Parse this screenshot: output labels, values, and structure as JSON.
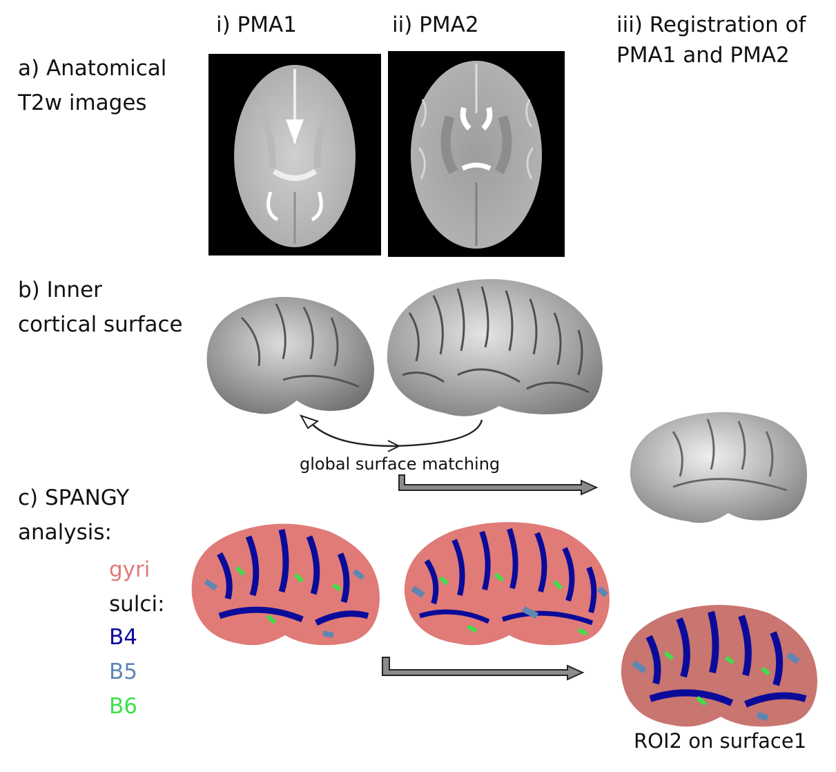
{
  "columns": {
    "pma1": "i) PMA1",
    "pma2": "ii) PMA2",
    "registration_line1": "iii) Registration of",
    "registration_line2": "PMA1 and PMA2"
  },
  "rows": {
    "a_line1": "a) Anatomical",
    "a_line2": "T2w images",
    "b_line1": "b) Inner",
    "b_line2": "cortical surface",
    "c_line1": "c) SPANGY",
    "c_line2": "analysis:"
  },
  "legend": {
    "gyri": "gyri",
    "sulci": "sulci:",
    "b4": "B4",
    "b5": "B5",
    "b6": "B6"
  },
  "annotations": {
    "matching": "global surface matching",
    "roi": "ROI2 on surface1"
  },
  "colors": {
    "gyri": "#e07b78",
    "b4": "#0b0b9a",
    "b5": "#5f86b3",
    "b6": "#3ee04a",
    "surface_gray": "#a8a8a8",
    "mri_background": "#000000"
  }
}
